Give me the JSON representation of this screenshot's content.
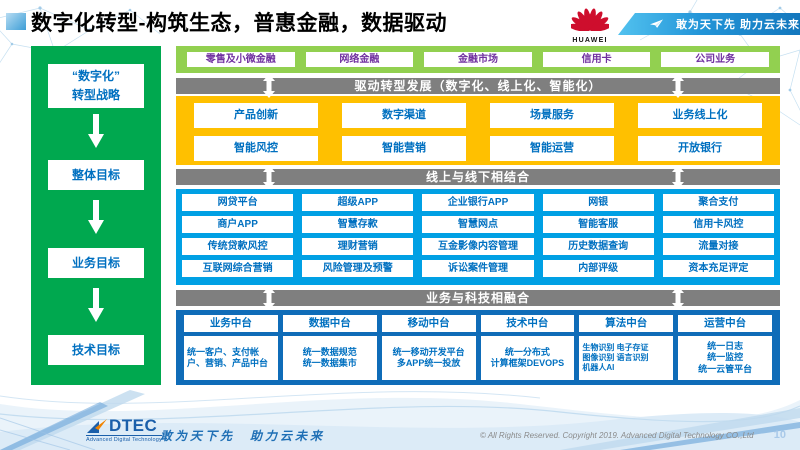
{
  "header": {
    "title": "数字化转型-构筑生态，普惠金融，数据驱动",
    "huawei_label": "HUAWEI",
    "huawei_icon": "huawei-flower-logo",
    "banner_icon": "paper-plane-icon",
    "banner_slogan": "敢为天下先 助力云未来"
  },
  "strategy_panel": {
    "items": [
      {
        "label": "“数字化”\n转型战略"
      },
      {
        "label": "整体目标"
      },
      {
        "label": "业务目标"
      },
      {
        "label": "技术目标"
      }
    ]
  },
  "business_lines": {
    "items": [
      "零售及小微金融",
      "网络金融",
      "金融市场",
      "信用卡",
      "公司业务"
    ]
  },
  "connector_bars": {
    "drive": "驱动转型发展（数字化、线上化、智能化）",
    "online_offline": "线上与线下相结合",
    "tech_fusion": "业务与科技相融合"
  },
  "transformation": {
    "rows": [
      [
        "产品创新",
        "数字渠道",
        "场景服务",
        "业务线上化"
      ],
      [
        "智能风控",
        "智能营销",
        "智能运营",
        "开放银行"
      ]
    ]
  },
  "applications": {
    "rows": [
      [
        "网贷平台",
        "超级APP",
        "企业银行APP",
        "网银",
        "聚合支付"
      ],
      [
        "商户APP",
        "智慧存款",
        "智慧网点",
        "智能客服",
        "信用卡风控"
      ],
      [
        "传统贷款风控",
        "理财营销",
        "互金影像内容管理",
        "历史数据查询",
        "流量对接"
      ],
      [
        "互联网综合营销",
        "风险管理及预警",
        "诉讼案件管理",
        "内部评级",
        "资本充足评定"
      ]
    ]
  },
  "platforms": {
    "columns": [
      {
        "title": "业务中台",
        "content": "统一客户、支付帐户、营销、产品中台"
      },
      {
        "title": "数据中台",
        "content": "统一数据规范\n统一数据集市"
      },
      {
        "title": "移动中台",
        "content": "统一移动开发平台\n多APP统一投放"
      },
      {
        "title": "技术中台",
        "content": "统一分布式\n计算框架DEVOPS"
      },
      {
        "title": "算法中台",
        "content": "生物识别 电子存证\n图像识别 语言识别\n机器人AI"
      },
      {
        "title": "运营中台",
        "content": "统一日志\n统一监控\n统一云管平台"
      }
    ]
  },
  "footer": {
    "logo_text": "DTEC",
    "logo_subtext": "Advanced Digital Technology",
    "slogan": "敢为天下先　助力云未来",
    "copyright": "© All Rights Reserved. Copyright 2019. Advanced Digital Technology CO.,Ltd",
    "page_number": "10"
  },
  "colors": {
    "strategy_green": "#00A84F",
    "business_light_green": "#92D050",
    "transformation_yellow": "#FFC000",
    "applications_blue": "#00A0E4",
    "platforms_blue": "#0F6CB8",
    "connector_gray": "#7F7F7F",
    "box_text_blue": "#0070C0",
    "business_text_purple": "#7030A0",
    "huawei_red": "#CE0E2D",
    "banner_blue": "#1377BD"
  }
}
